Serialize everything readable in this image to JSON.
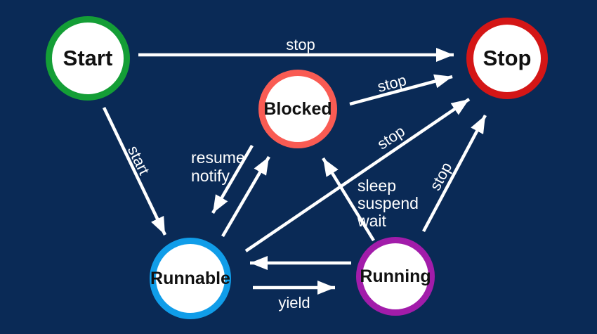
{
  "diagram": {
    "kind": "thread-state-diagram"
  },
  "colors": {
    "background": "#0a2a56",
    "arrow": "#ffffff",
    "node_fill": "#ffffff",
    "node_text": "#111111",
    "label_text": "#ffffff"
  },
  "nodes": {
    "start": {
      "label": "Start",
      "border_color": "#149e36"
    },
    "stop": {
      "label": "Stop",
      "border_color": "#d41616"
    },
    "blocked": {
      "label": "Blocked",
      "border_color": "#f95b53"
    },
    "runnable": {
      "label": "Runnable",
      "border_color": "#109de9"
    },
    "running": {
      "label": "Running",
      "border_color": "#a21caa"
    }
  },
  "transitions": {
    "start_to_stop": {
      "label": "stop"
    },
    "start_to_runnable": {
      "label": "start"
    },
    "blocked_to_stop": {
      "label": "stop"
    },
    "runnable_to_stop": {
      "label": "stop"
    },
    "running_to_stop": {
      "label": "stop"
    },
    "blocked_to_runnable": {
      "lines": [
        "resume",
        "notify"
      ]
    },
    "running_to_blocked": {
      "lines": [
        "sleep",
        "suspend",
        "wait"
      ]
    },
    "runnable_to_running": {
      "label": "yield"
    }
  }
}
